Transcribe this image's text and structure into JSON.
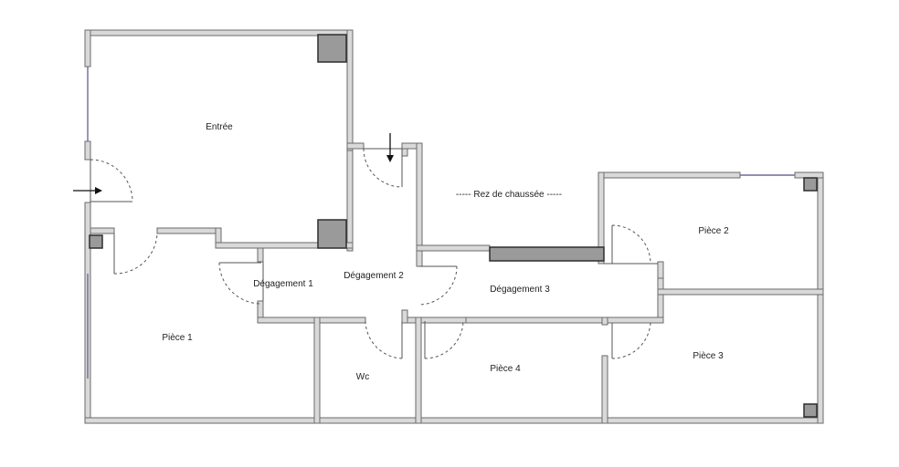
{
  "plan": {
    "floor_label": "----- Rez de chaussée -----",
    "rooms": {
      "entree": "Entrée",
      "degagement1": "Dégagement 1",
      "degagement2": "Dégagement 2",
      "degagement3": "Dégagement 3",
      "piece1": "Pièce 1",
      "piece2": "Pièce 2",
      "piece3": "Pièce 3",
      "piece4": "Pièce 4",
      "wc": "Wc"
    },
    "colors": {
      "wall_fill": "#d9d9d9",
      "wall_stroke": "#6a6a6a",
      "pillar": "#9a9a9a",
      "window": "#6b6b9a"
    }
  }
}
